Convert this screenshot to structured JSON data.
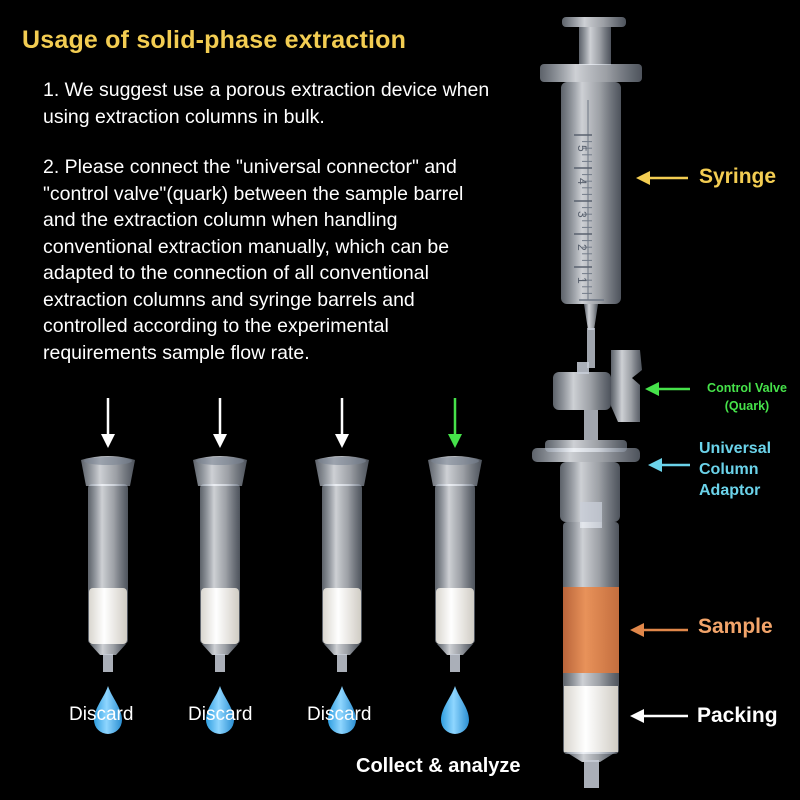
{
  "title": "Usage of solid-phase extraction",
  "instructions": {
    "point1": "1. We suggest use a porous extraction device when using extraction columns in bulk.",
    "point2": "2. Please connect the \"universal connector\" and \"control valve\"(quark) between the sample barrel and the extraction column when handling conventional extraction manually, which can be adapted to the connection of all conventional extraction columns and syringe barrels and controlled according to the experimental requirements sample flow rate."
  },
  "syringe_scale": [
    "5",
    "4",
    "3",
    "2",
    "1"
  ],
  "labels": {
    "syringe": "Syringe",
    "control_valve_line1": "Control Valve",
    "control_valve_line2": "(Quark)",
    "universal_adaptor_line1": "Universal",
    "universal_adaptor_line2": "Column",
    "universal_adaptor_line3": "Adaptor",
    "sample": "Sample",
    "packing": "Packing",
    "collect": "Collect & analyze"
  },
  "columns": [
    {
      "caption": "Discard"
    },
    {
      "caption": "Discard"
    },
    {
      "caption": "Discard"
    },
    {
      "caption": ""
    }
  ],
  "colors": {
    "background": "#000000",
    "title": "#f3cd52",
    "syringe_arrow": "#f3cd52",
    "control_valve": "#46e24a",
    "universal_adaptor": "#6bd3ea",
    "sample": "#e0874a",
    "packing": "#f4f1ea",
    "drop": "#4fb8ee"
  }
}
